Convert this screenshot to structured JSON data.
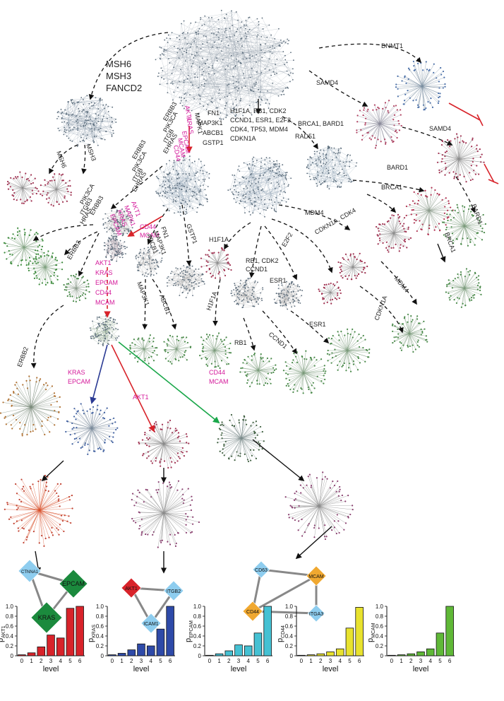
{
  "top_genes": [
    "MSH6",
    "MSH3",
    "FANCD2"
  ],
  "labels": {
    "dnmt1": "DNMT1",
    "samd4_a": "SAMD4",
    "samd4_b": "SAMD4",
    "brca1_bard1": "BRCA1, BARD1",
    "rad51": "RAD51",
    "bard1_a": "BARD1",
    "bard1_b": "BARD1",
    "brca1_a": "BRCA1",
    "brca1_b": "BRCA1",
    "msh6": "MSH6",
    "msh3": "MSH3",
    "erbb3_top": "ERBB3",
    "pik3ca_top": "PIK3CA",
    "itgb_top": "ITGB",
    "ehras_top": "EHRAS",
    "akt1_top": "AKT1",
    "mapk1_top": "MAPK1",
    "kras_top": "KRAS",
    "epcam_top": "EPCAM",
    "mcam_top": "MCAM",
    "cd44_top": "CD44",
    "fn1_top": "FN1",
    "map3k1_top": "MAP3K1",
    "abcb1_top": "ABCB1",
    "gstp1_top": "GSTP1",
    "h1f1a_group": "H1F1A, RB1, CDK2",
    "ccnd1_group": "CCND1, ESR1, E2F2,",
    "cdk4_group": "CDK4, TP53, MDM4",
    "cdkn1a_top": "CDKN1A",
    "mdm4_a": "MDM4",
    "cdkn1a_cdk4": "CDKN1A, CDK4",
    "mdm4_b": "MDM4",
    "cdkn1a_b": "CDKN1A",
    "erbb3_mid": "ERBB3",
    "pik3ca_mid": "PIK3CA",
    "itgb_mid": "ITGB",
    "ehras_mid": "EHRAS",
    "pik3ca_left": "PIK3CA",
    "itgb3_left": "ITGB3",
    "hras_left": "HRAS",
    "erbb3_left": "ERBB3",
    "erbb2_a": "ERBB2",
    "erbb2_b": "ERBB2",
    "akt1_mid": "AKT1",
    "mapk1_mid": "MAPK1",
    "kras_mid": "KRAS",
    "epcam_mid": "EPCAM",
    "cd44_mid": "CD44",
    "mcam_mid": "MCAM",
    "gstp1_mid": "GSTP1",
    "fn1_mid": "FN1",
    "map3k1_mid": "MAP3K1",
    "abcb1_mid": "ABCB1",
    "map3k1_low": "MAP3K1",
    "abcb1_low": "ABCB1",
    "akt1_low": "AKT1",
    "kras_low": "KRAS",
    "epcam_low": "EPCAM",
    "cd44_low": "CD44",
    "mcam_low": "MCAM",
    "h1f1a_a": "H1F1A",
    "h1f1a_b": "H1F1A",
    "rb1_cdk2": "RB1, CDK2",
    "ccnd1_a": "CCND1",
    "e2f2": "E2F2",
    "esr1_a": "ESR1",
    "esr1_b": "ESR1",
    "rb1_low": "RB1",
    "ccnd1_b": "CCND1",
    "kras_epcam_1": "KRAS",
    "kras_epcam_2": "EPCAM",
    "akt1_branch": "AKT1",
    "cd44_branch": "CD44",
    "mcam_branch": "MCAM"
  },
  "triads": [
    {
      "nodes": [
        "CTNNA1",
        "EPCAM",
        "KRAS"
      ]
    },
    {
      "nodes": [
        "AKT1",
        "ITGB2",
        "ICAM1"
      ]
    },
    {
      "nodes": [
        "CD63",
        "MCAM",
        "CD44",
        "ITGA3"
      ]
    }
  ],
  "colors": {
    "blue_node": "#8ecdef",
    "green_node": "#1b8a3d",
    "red_node": "#d8232a",
    "orange_node": "#f0a830",
    "red_arrow": "#d8232a",
    "blue_arrow": "#2b3b94",
    "green_arrow": "#1aa74a",
    "magenta_text": "#d4189a"
  },
  "chart_data": [
    {
      "type": "bar",
      "ylabel": "p",
      "ylabel_sub": "AKT1",
      "xlabel": "level",
      "categories": [
        "0",
        "1",
        "2",
        "3",
        "4",
        "5",
        "6"
      ],
      "values": [
        0.02,
        0.06,
        0.18,
        0.42,
        0.36,
        0.96,
        1.0
      ],
      "ylim": [
        0,
        1.0
      ],
      "yticks": [
        "0",
        "0.2",
        "0.4",
        "0.6",
        "0.8",
        "1.0"
      ],
      "color": "#d8232a"
    },
    {
      "type": "bar",
      "ylabel": "p",
      "ylabel_sub": "KRAS",
      "xlabel": "level",
      "categories": [
        "0",
        "1",
        "2",
        "3",
        "4",
        "5",
        "6"
      ],
      "values": [
        0.02,
        0.05,
        0.12,
        0.24,
        0.2,
        0.54,
        1.0
      ],
      "ylim": [
        0,
        1.0
      ],
      "yticks": [
        "0",
        "0.2",
        "0.4",
        "0.6",
        "0.8",
        "1.0"
      ],
      "color": "#2e4aa8"
    },
    {
      "type": "bar",
      "ylabel": "p",
      "ylabel_sub": "EPCAM",
      "xlabel": "level",
      "categories": [
        "0",
        "1",
        "2",
        "3",
        "4",
        "5",
        "6"
      ],
      "values": [
        0.01,
        0.04,
        0.1,
        0.22,
        0.2,
        0.46,
        1.0
      ],
      "ylim": [
        0,
        1.0
      ],
      "yticks": [
        "0",
        "0.2",
        "0.4",
        "0.6",
        "0.8",
        "1.0"
      ],
      "color": "#45c1d3"
    },
    {
      "type": "bar",
      "ylabel": "p",
      "ylabel_sub": "CD44",
      "xlabel": "level",
      "categories": [
        "0",
        "1",
        "2",
        "3",
        "4",
        "5",
        "6"
      ],
      "values": [
        0.01,
        0.02,
        0.04,
        0.08,
        0.14,
        0.56,
        0.98
      ],
      "ylim": [
        0,
        1.0
      ],
      "yticks": [
        "0",
        "0.2",
        "0.4",
        "0.6",
        "0.8",
        "1.0"
      ],
      "color": "#e8e22e"
    },
    {
      "type": "bar",
      "ylabel": "p",
      "ylabel_sub": "MCAM",
      "xlabel": "level",
      "categories": [
        "0",
        "1",
        "2",
        "3",
        "4",
        "5",
        "6"
      ],
      "values": [
        0.01,
        0.02,
        0.04,
        0.08,
        0.14,
        0.46,
        1.0
      ],
      "ylim": [
        0,
        1.0
      ],
      "yticks": [
        "0",
        "0.2",
        "0.4",
        "0.6",
        "0.8",
        "1.0"
      ],
      "color": "#5fb837"
    }
  ]
}
